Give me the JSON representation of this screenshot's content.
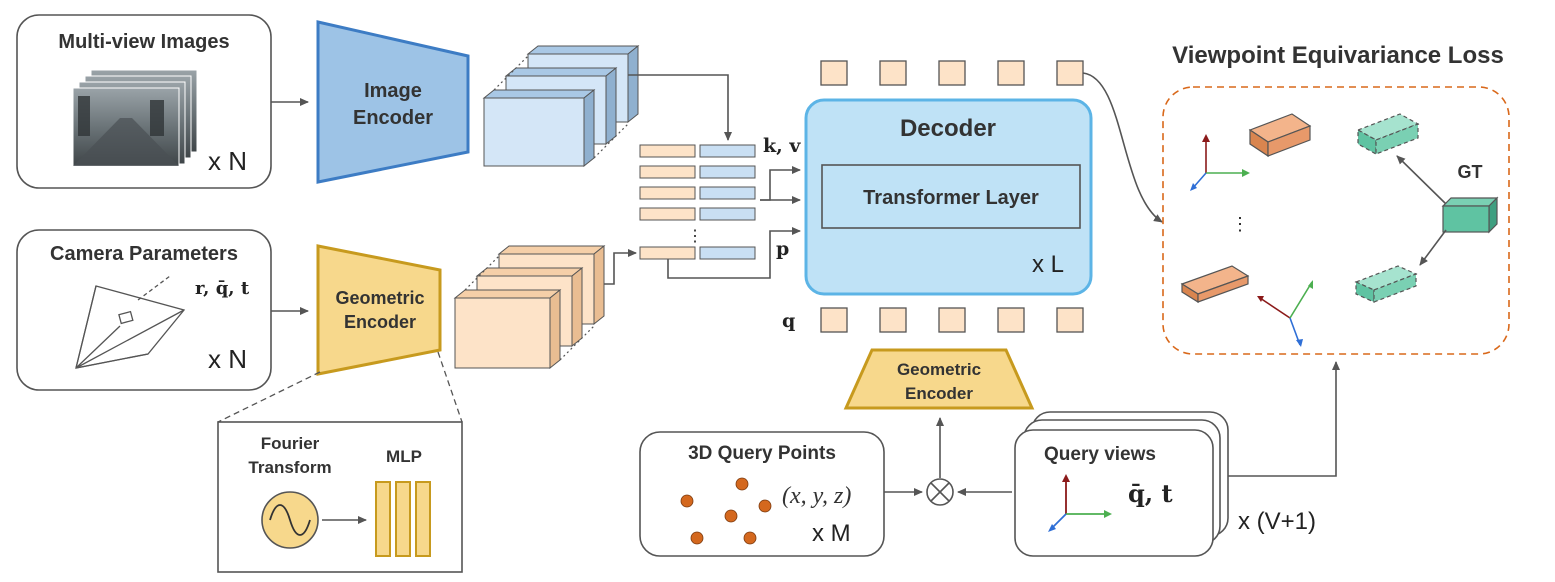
{
  "title_loss": "Viewpoint Equivariance Loss",
  "multiview": {
    "label": "Multi-view Images",
    "count": "x N"
  },
  "image_encoder": {
    "line1": "Image",
    "line2": "Encoder"
  },
  "camera": {
    "label": "Camera Parameters",
    "math": "r, q̄, t",
    "count": "x N"
  },
  "geo_encoder": {
    "line1": "Geometric",
    "line2": "Encoder"
  },
  "geo_encoder_small": {
    "line1": "Geometric",
    "line2": "Encoder"
  },
  "detail": {
    "fourier1": "Fourier",
    "fourier2": "Transform",
    "mlp": "MLP"
  },
  "kv_label": "k, v",
  "p_label": "p",
  "q_label": "q",
  "decoder": {
    "title": "Decoder",
    "layer": "Transformer Layer",
    "count": "x L"
  },
  "query_points": {
    "label": "3D Query Points",
    "math": "(x, y, z)",
    "count": "x M"
  },
  "query_views": {
    "label": "Query views",
    "math": "q̄, t",
    "count": "x (V+1)"
  },
  "loss_panel": {
    "gt": "GT",
    "dots": "⋮"
  },
  "colors": {
    "image_encoder_fill": "#9dc3e6",
    "image_encoder_stroke": "#3d7cc4",
    "geo_encoder_fill": "#f7d88c",
    "geo_encoder_stroke": "#c79a1e",
    "decoder_fill": "#bfe2f6",
    "decoder_stroke": "#5cb4e6",
    "query_token": "#fde3c8",
    "loss_title": "#d9681a",
    "pred_box": "#e7996a",
    "gt_box": "#5fc3a2",
    "point": "#d4681e"
  }
}
